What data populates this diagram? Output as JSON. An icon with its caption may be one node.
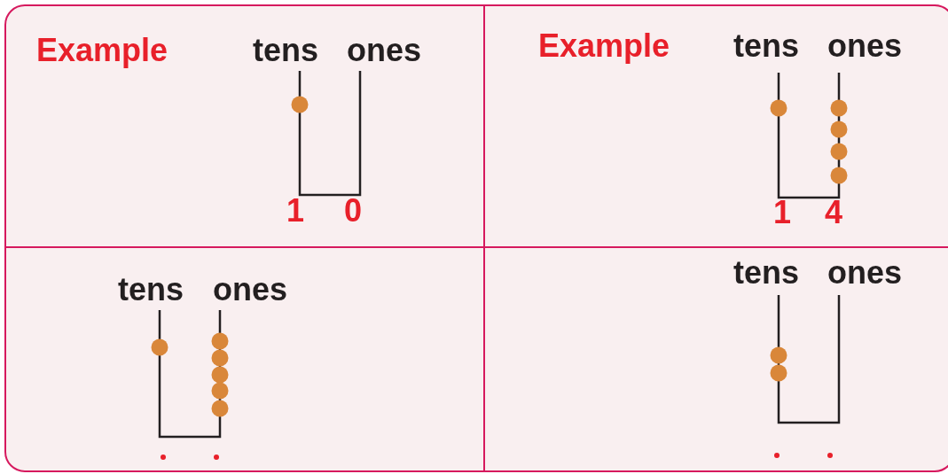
{
  "diagram": {
    "labels": [
      "Example",
      "tens",
      "ones",
      "1",
      "0",
      "Example",
      "tens",
      "ones",
      "1",
      "4",
      "tens",
      "ones",
      "tens",
      "ones"
    ]
  }
}
